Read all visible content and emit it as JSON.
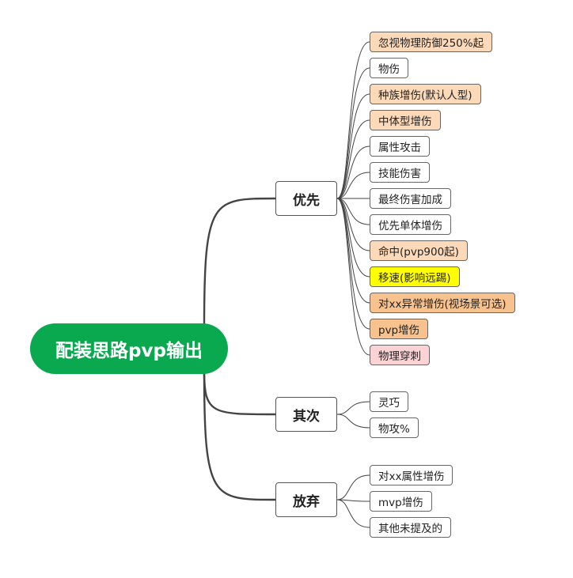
{
  "root": {
    "label": "配装思路pvp输出"
  },
  "colors": {
    "root_bg": "#0aa94f",
    "peach": "#fbd9b9",
    "orange": "#f7c28d",
    "yellow": "#ffff00",
    "pink": "#fbd3d5",
    "white": "#ffffff",
    "line": "#444444"
  },
  "branches": [
    {
      "label": "优先",
      "items": [
        {
          "label": "忽视物理防御250%起",
          "fill": "peach"
        },
        {
          "label": "物伤",
          "fill": "white"
        },
        {
          "label": "种族增伤(默认人型)",
          "fill": "peach"
        },
        {
          "label": "中体型增伤",
          "fill": "peach"
        },
        {
          "label": "属性攻击",
          "fill": "white"
        },
        {
          "label": "技能伤害",
          "fill": "white"
        },
        {
          "label": "最终伤害加成",
          "fill": "white"
        },
        {
          "label": "优先单体增伤",
          "fill": "white"
        },
        {
          "label": "命中(pvp900起)",
          "fill": "peach"
        },
        {
          "label": "移速(影响远踢)",
          "fill": "yellow"
        },
        {
          "label": "对xx异常增伤(视场景可选)",
          "fill": "orange"
        },
        {
          "label": "pvp增伤",
          "fill": "orange"
        },
        {
          "label": "物理穿刺",
          "fill": "pink"
        }
      ]
    },
    {
      "label": "其次",
      "items": [
        {
          "label": "灵巧",
          "fill": "white"
        },
        {
          "label": "物攻%",
          "fill": "white"
        }
      ]
    },
    {
      "label": "放弃",
      "items": [
        {
          "label": "对xx属性增伤",
          "fill": "white"
        },
        {
          "label": "mvp增伤",
          "fill": "white"
        },
        {
          "label": "其他未提及的",
          "fill": "white"
        }
      ]
    }
  ]
}
